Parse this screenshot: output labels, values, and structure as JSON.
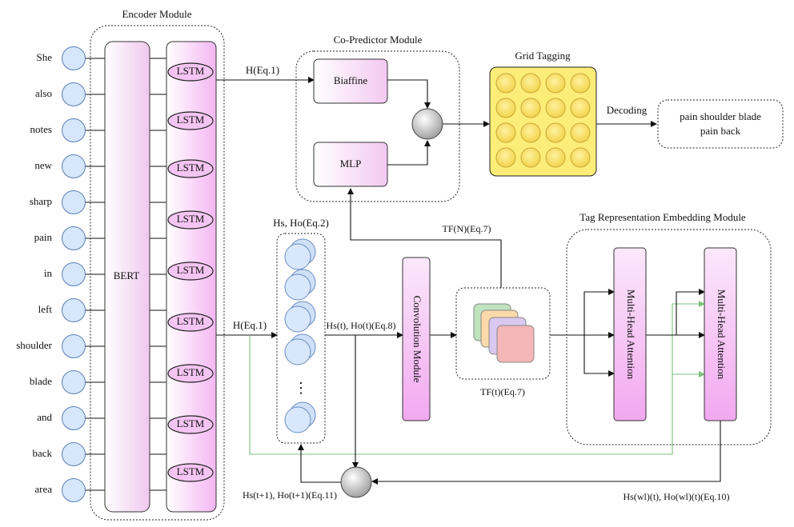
{
  "encoder": {
    "title": "Encoder Module",
    "bert_label": "BERT",
    "lstm_label": "LSTM",
    "words": [
      "She",
      "also",
      "notes",
      "new",
      "sharp",
      "pain",
      "in",
      "left",
      "shoulder",
      "blade",
      "and",
      "back",
      "area"
    ]
  },
  "copredictor": {
    "title": "Co-Predictor Module",
    "biaffine_label": "Biaffine",
    "mlp_label": "MLP"
  },
  "grid": {
    "title": "Grid Tagging",
    "decoding_label": "Decoding",
    "output_line1": "pain shoulder blade",
    "output_line2": "pain back"
  },
  "labels": {
    "h_eq1_top": "H(Eq.1)",
    "h_eq1_mid": "H(Eq.1)",
    "hs_ho_eq2": "Hs, Ho(Eq.2)",
    "hst_hot_eq8": "Hs(t), Ho(t)(Eq.8)",
    "tfn_eq7": "TF(N)(Eq.7)",
    "tft_eq7": "TF(t)(Eq.7)",
    "hst1_hot1_eq11": "Hs(t+1), Ho(t+1)(Eq.11)",
    "hswl_howl_eq10": "Hs(wl)(t), Ho(wl)(t)(Eq.10)",
    "ellipsis": "⋮"
  },
  "conv": {
    "label": "Convolution Module"
  },
  "tag": {
    "title": "Tag Representation Embedding Module",
    "mha1_label": "Multi-Head Attention",
    "mha2_label": "Multi-Head Attention"
  }
}
